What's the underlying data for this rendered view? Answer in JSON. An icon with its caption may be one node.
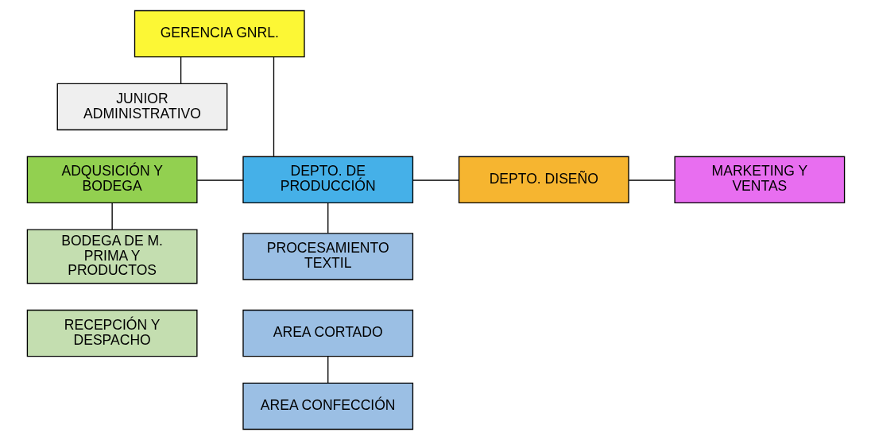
{
  "diagram": {
    "nodes": [
      {
        "text": [
          "GERENCIA GNRL."
        ]
      },
      {
        "text": [
          "JUNIOR ADMINISTRATIVO"
        ]
      },
      {
        "text": [
          "ADQUSICIÓN Y BODEGA"
        ]
      },
      {
        "text": [
          "DEPTO. DE PRODUCCIÓN"
        ]
      },
      {
        "text": [
          "DEPTO. DISEÑO"
        ]
      },
      {
        "text": [
          "MARKETING Y VENTAS"
        ]
      },
      {
        "text": [
          "BODEGA DE M. PRIMA Y PRODUCTOS"
        ]
      },
      {
        "text": [
          "PROCESAMIENTO TEXTIL"
        ]
      },
      {
        "text": [
          "RECEPCIÓN Y DESPACHO"
        ]
      },
      {
        "text": [
          "AREA CORTADO"
        ]
      },
      {
        "text": [
          "AREA CONFECCIÓN"
        ]
      }
    ],
    "edges": [
      {
        "from": 0,
        "to": 1,
        "arrow": "none"
      },
      {
        "from": 0,
        "to": 3,
        "arrow": "none"
      },
      {
        "from": 2,
        "to": 3,
        "arrow": "none"
      },
      {
        "from": 3,
        "to": 4,
        "arrow": "none"
      },
      {
        "from": 4,
        "to": 5,
        "arrow": "none"
      },
      {
        "from": 2,
        "to": 6,
        "arrow": "none"
      },
      {
        "from": 3,
        "to": 7,
        "arrow": "none"
      },
      {
        "from": 9,
        "to": 10,
        "arrow": "none"
      }
    ]
  }
}
